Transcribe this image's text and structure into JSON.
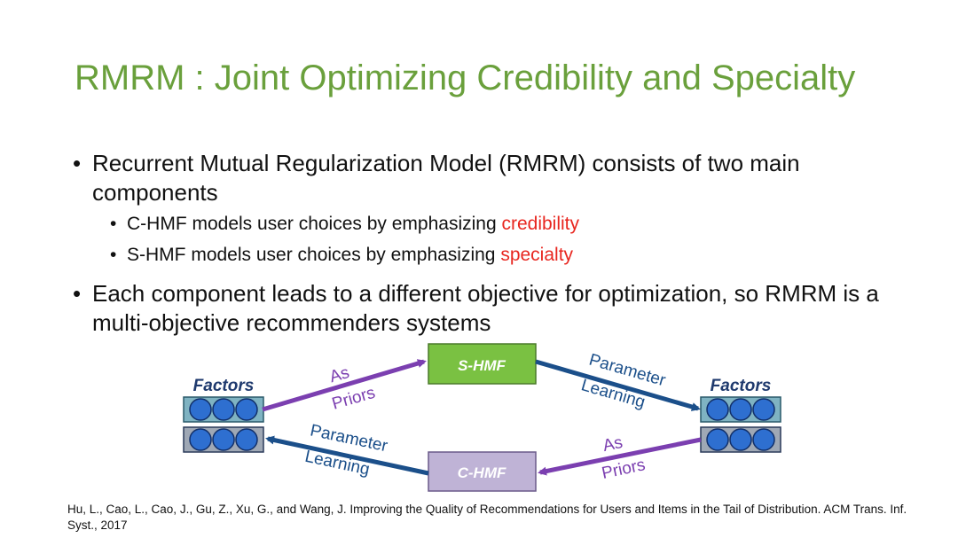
{
  "slide": {
    "title": "RMRM : Joint Optimizing Credibility and Specialty",
    "bullets": [
      {
        "text": "Recurrent Mutual Regularization Model (RMRM) consists of two main components",
        "sub": [
          {
            "prefix": "C-HMF models user choices by emphasizing ",
            "highlight": "credibility"
          },
          {
            "prefix": "S-HMF models user choices by emphasizing ",
            "highlight": "specialty"
          }
        ]
      },
      {
        "text": "Each component leads to a different objective for optimization, so RMRM is a multi-objective recommenders systems"
      }
    ],
    "reference": "Hu, L., Cao, L., Cao, J., Gu, Z., Xu, G., and Wang, J. Improving the Quality of Recommendations for Users and Items in the Tail of Distribution. ACM Trans. Inf. Syst., 2017"
  },
  "diagram": {
    "left_label": "Factors",
    "right_label": "Factors",
    "top_box": "S-HMF",
    "bottom_box": "C-HMF",
    "arrow_top_left": [
      "As",
      "Priors"
    ],
    "arrow_top_right": [
      "Parameter",
      "Learning"
    ],
    "arrow_bottom_left": [
      "Parameter",
      "Learning"
    ],
    "arrow_bottom_right": [
      "As",
      "Priors"
    ],
    "colors": {
      "title": "#6aa03c",
      "highlight": "#e8261f",
      "s_hmf_fill": "#7ac142",
      "c_hmf_fill": "#bfb3d6",
      "factor_circle": "#2e6fd0",
      "factor_bar": "#3a8fa0",
      "priors_arrow": "#7b3fb0",
      "learning_arrow": "#1b4f8a"
    }
  }
}
